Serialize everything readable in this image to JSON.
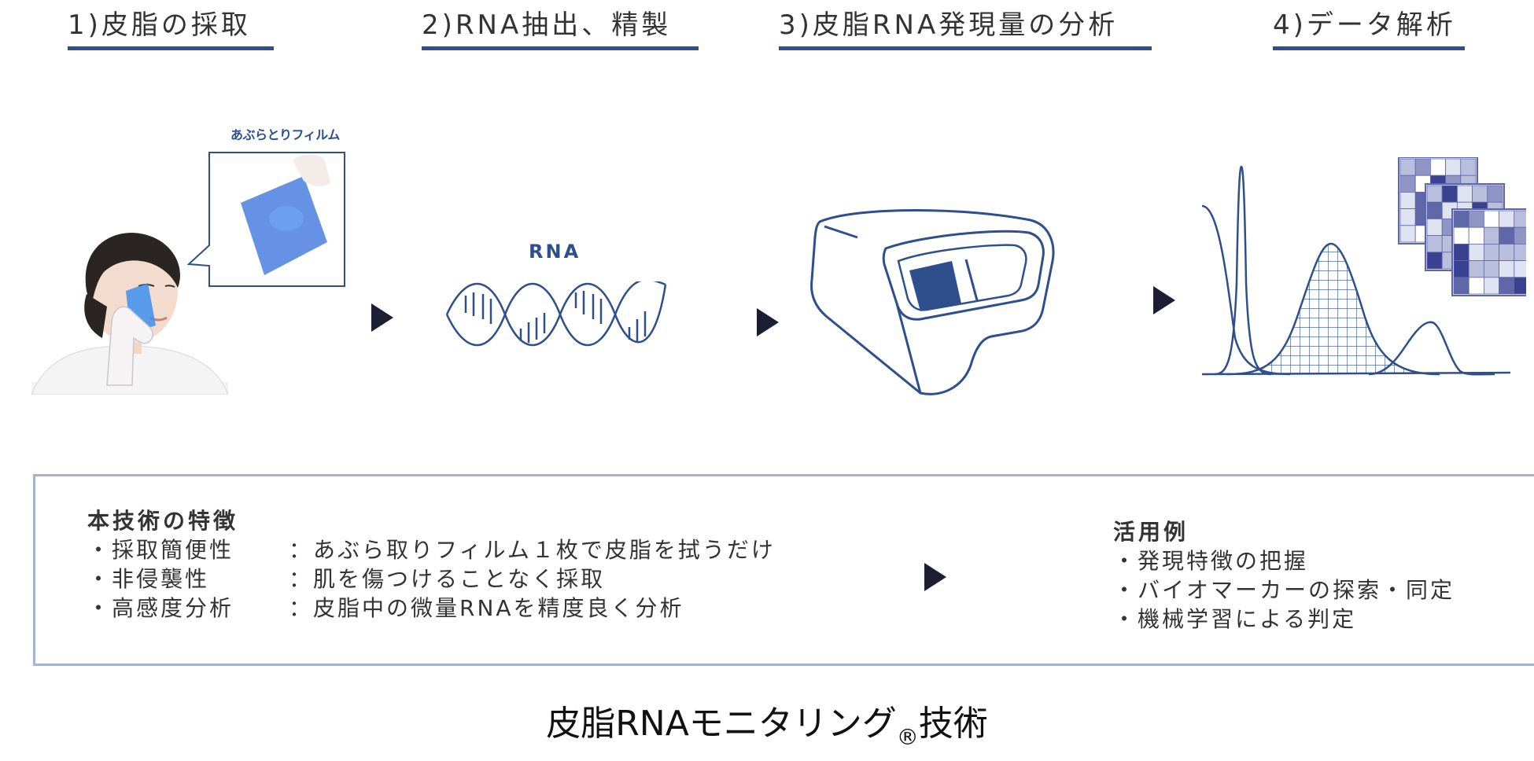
{
  "steps": [
    {
      "label": "1)皮脂の採取"
    },
    {
      "label": "2)RNA抽出、精製"
    },
    {
      "label": "3)皮脂RNA発現量の分析"
    },
    {
      "label": "4)データ解析"
    }
  ],
  "illustrations": {
    "film_brand": "あぶらとりフィルム",
    "rna_label": "RNA"
  },
  "features": {
    "heading": "本技術の特徴",
    "rows": [
      {
        "key": "・採取簡便性",
        "value": "：あぶら取りフィルム１枚で皮脂を拭うだけ"
      },
      {
        "key": "・非侵襲性",
        "value": "：肌を傷つけることなく採取"
      },
      {
        "key": "・高感度分析",
        "value": "：皮脂中の微量RNAを精度良く分析"
      }
    ]
  },
  "uses": {
    "heading": "活用例",
    "items": [
      "・発現特徴の把握",
      "・バイオマーカーの探索・同定",
      "・機械学習による判定"
    ]
  },
  "footer": {
    "title": "皮脂RNAモニタリング",
    "registered_mark": "®",
    "title_suffix": "技術"
  },
  "colors": {
    "accent": "#2f4f8c",
    "arrow": "#1c1f33",
    "box_border": "#a3b5d3",
    "film_blue": "#4a7fe0"
  }
}
